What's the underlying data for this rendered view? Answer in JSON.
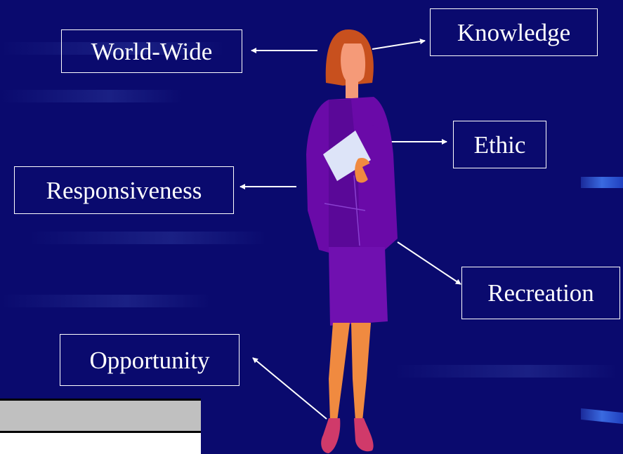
{
  "labels": {
    "world_wide": "World-Wide",
    "knowledge": "Knowledge",
    "ethic": "Ethic",
    "responsiveness": "Responsiveness",
    "recreation": "Recreation",
    "opportunity": "Opportunity"
  },
  "colors": {
    "background": "#0a0a6e",
    "box_border": "#ffffff",
    "text": "#ffffff",
    "suit": "#6a0aa8",
    "hair": "#c8501e",
    "skin": "#f59a78",
    "legs": "#f08a40",
    "shoes": "#d03a6a"
  }
}
